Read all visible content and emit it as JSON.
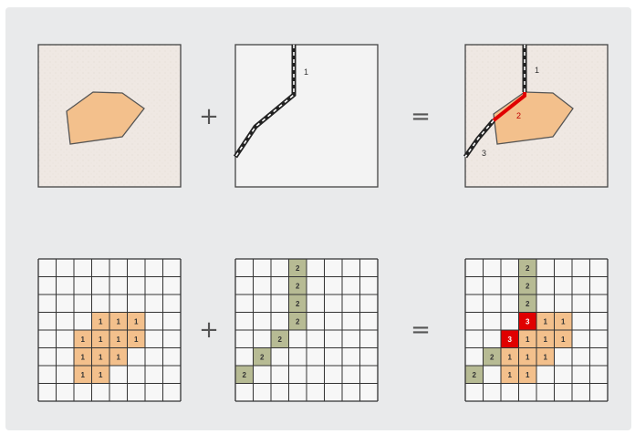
{
  "diagram": {
    "operators": {
      "plus_top": "+",
      "equals_top": "=",
      "plus_bottom": "+",
      "equals_bottom": "="
    },
    "vector": {
      "line_label": "1",
      "result_labels": [
        "1",
        "2",
        "3"
      ]
    },
    "raster": {
      "polygon_cells": [
        {
          "r": 3,
          "c": 3,
          "v": "1"
        },
        {
          "r": 3,
          "c": 4,
          "v": "1"
        },
        {
          "r": 3,
          "c": 5,
          "v": "1"
        },
        {
          "r": 4,
          "c": 2,
          "v": "1"
        },
        {
          "r": 4,
          "c": 3,
          "v": "1"
        },
        {
          "r": 4,
          "c": 4,
          "v": "1"
        },
        {
          "r": 4,
          "c": 5,
          "v": "1"
        },
        {
          "r": 5,
          "c": 2,
          "v": "1"
        },
        {
          "r": 5,
          "c": 3,
          "v": "1"
        },
        {
          "r": 5,
          "c": 4,
          "v": "1"
        },
        {
          "r": 6,
          "c": 2,
          "v": "1"
        },
        {
          "r": 6,
          "c": 3,
          "v": "1"
        }
      ],
      "line_cells": [
        {
          "r": 0,
          "c": 3,
          "v": "2"
        },
        {
          "r": 1,
          "c": 3,
          "v": "2"
        },
        {
          "r": 2,
          "c": 3,
          "v": "2"
        },
        {
          "r": 3,
          "c": 3,
          "v": "2"
        },
        {
          "r": 4,
          "c": 2,
          "v": "2"
        },
        {
          "r": 5,
          "c": 1,
          "v": "2"
        },
        {
          "r": 6,
          "c": 0,
          "v": "2"
        }
      ],
      "result_cells": [
        {
          "r": 0,
          "c": 3,
          "v": "2",
          "t": "line"
        },
        {
          "r": 1,
          "c": 3,
          "v": "2",
          "t": "line"
        },
        {
          "r": 2,
          "c": 3,
          "v": "2",
          "t": "line"
        },
        {
          "r": 3,
          "c": 3,
          "v": "3",
          "t": "overlap"
        },
        {
          "r": 3,
          "c": 4,
          "v": "1",
          "t": "poly"
        },
        {
          "r": 3,
          "c": 5,
          "v": "1",
          "t": "poly"
        },
        {
          "r": 4,
          "c": 2,
          "v": "3",
          "t": "overlap"
        },
        {
          "r": 4,
          "c": 3,
          "v": "1",
          "t": "poly"
        },
        {
          "r": 4,
          "c": 4,
          "v": "1",
          "t": "poly"
        },
        {
          "r": 4,
          "c": 5,
          "v": "1",
          "t": "poly"
        },
        {
          "r": 5,
          "c": 1,
          "v": "2",
          "t": "line"
        },
        {
          "r": 5,
          "c": 2,
          "v": "1",
          "t": "poly"
        },
        {
          "r": 5,
          "c": 3,
          "v": "1",
          "t": "poly"
        },
        {
          "r": 5,
          "c": 4,
          "v": "1",
          "t": "poly"
        },
        {
          "r": 6,
          "c": 0,
          "v": "2",
          "t": "line"
        },
        {
          "r": 6,
          "c": 2,
          "v": "1",
          "t": "poly"
        },
        {
          "r": 6,
          "c": 3,
          "v": "1",
          "t": "poly"
        }
      ]
    },
    "colors": {
      "polygon_fill": "#f3c08c",
      "polygon_stroke": "#555555",
      "textured_bg": "#efe8e3",
      "line_cell": "#b7bb94",
      "overlap_cell": "#e00000",
      "red_segment": "#e00000"
    }
  }
}
